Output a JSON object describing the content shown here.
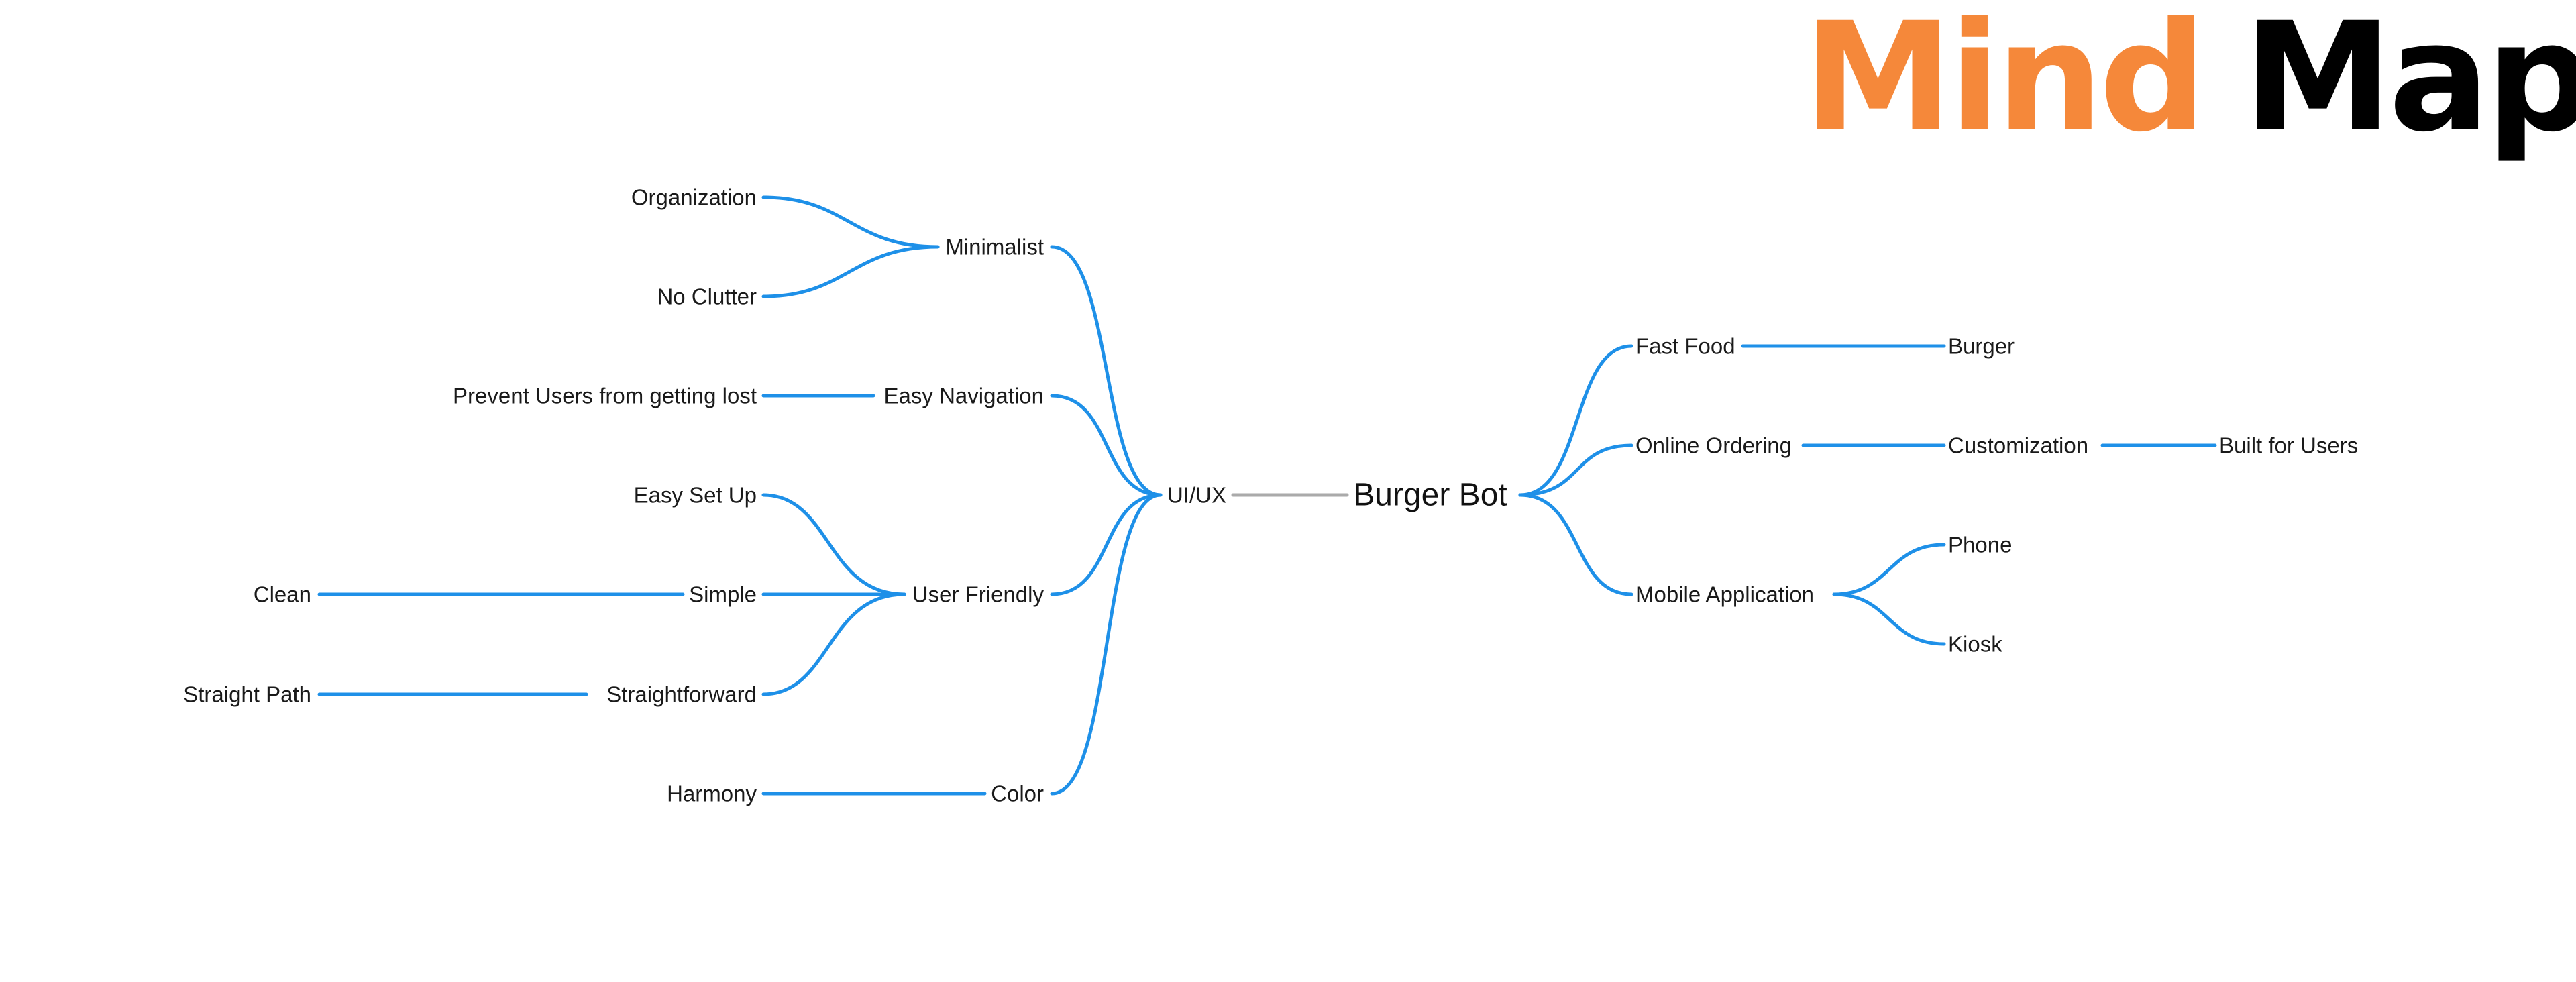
{
  "title": {
    "word1": "Mind",
    "word2": "Map",
    "word1_color": "#F5883A",
    "word2_color": "#000000"
  },
  "colors": {
    "branch": "#1E90E8",
    "root_link": "#AAAAAA",
    "text": "#1a1a1a"
  },
  "nodes": {
    "root": "Burger Bot",
    "uiux": "UI/UX",
    "minimalist": "Minimalist",
    "organization": "Organization",
    "no_clutter": "No Clutter",
    "easy_navigation": "Easy Navigation",
    "prevent_lost": "Prevent Users from getting lost",
    "user_friendly": "User Friendly",
    "easy_set_up": "Easy Set Up",
    "simple": "Simple",
    "clean": "Clean",
    "straightforward": "Straightforward",
    "straight_path": "Straight Path",
    "color": "Color",
    "harmony": "Harmony",
    "fast_food": "Fast Food",
    "burger": "Burger",
    "online_ordering": "Online Ordering",
    "customization": "Customization",
    "built_for_users": "Built for Users",
    "mobile_application": "Mobile Application",
    "phone": "Phone",
    "kiosk": "Kiosk"
  }
}
